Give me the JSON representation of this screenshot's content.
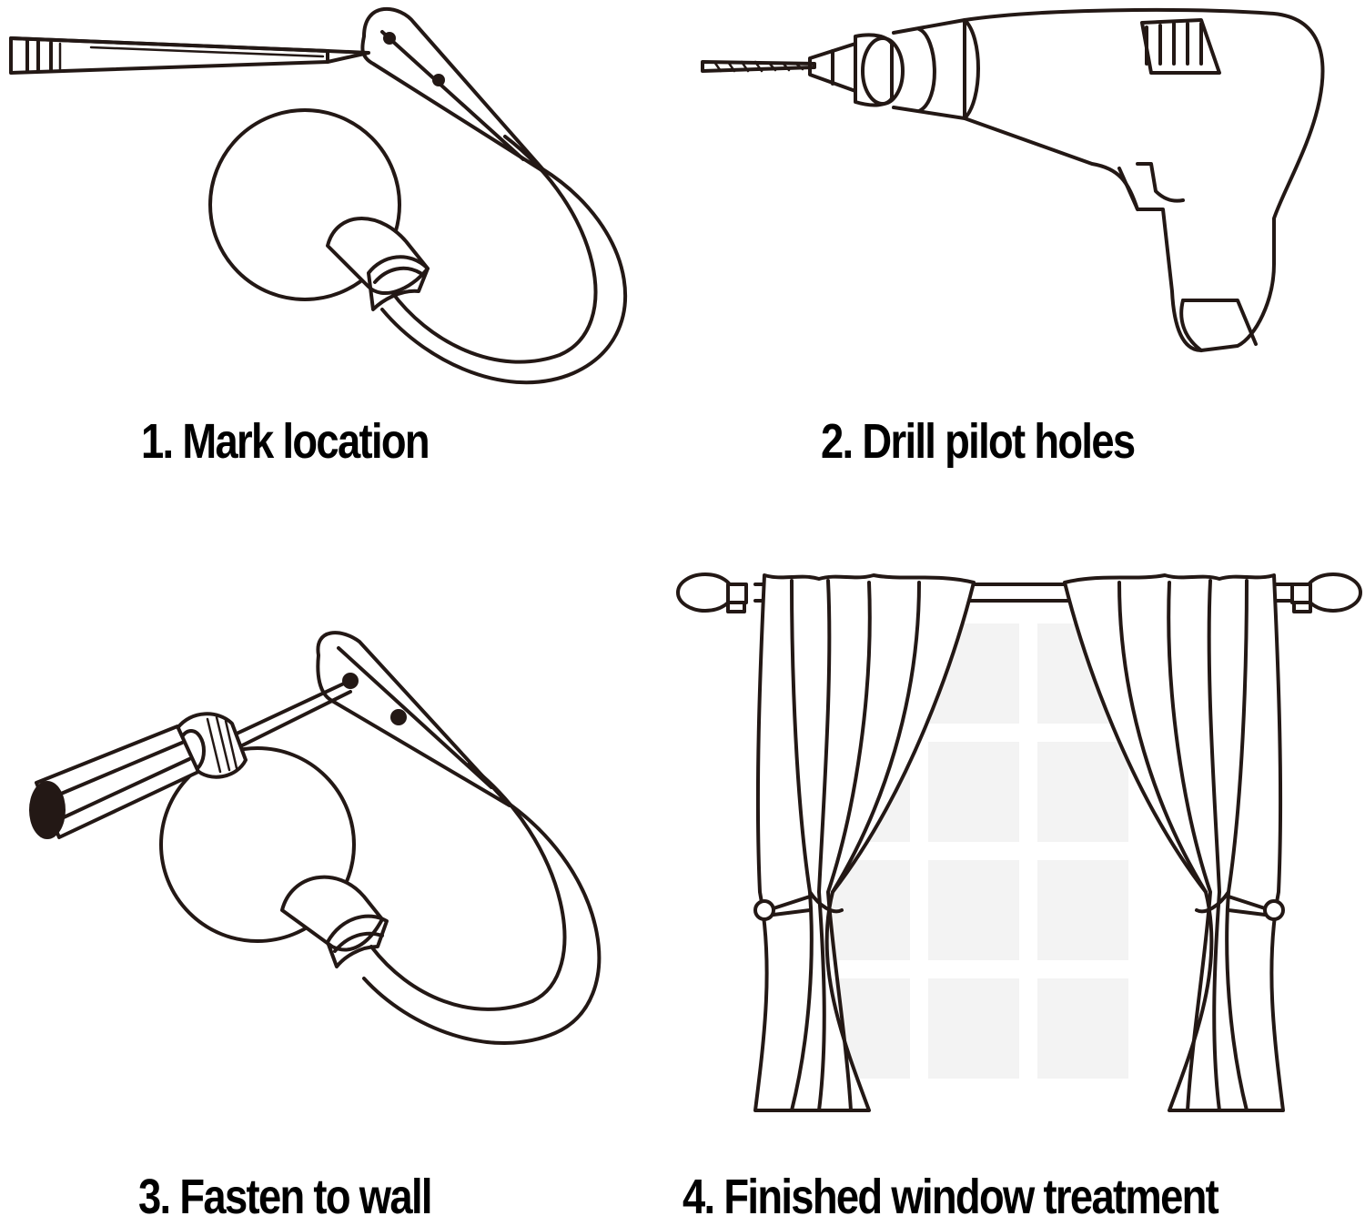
{
  "colors": {
    "ink": "#231815",
    "window_pane": "#f3f3f3",
    "background": "#ffffff"
  },
  "steps": [
    {
      "label": "1. Mark location",
      "illustration": "pencil-marking-holdback-icon"
    },
    {
      "label": "2. Drill pilot holes",
      "illustration": "power-drill-icon"
    },
    {
      "label": "3. Fasten to wall",
      "illustration": "screwdriver-fastening-holdback-icon"
    },
    {
      "label": "4. Finished window treatment",
      "illustration": "curtained-window-icon"
    }
  ]
}
